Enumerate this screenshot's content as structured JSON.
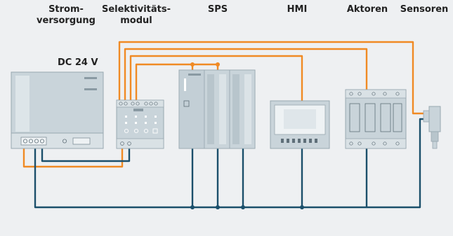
{
  "headers": {
    "power_supply": [
      "Strom-",
      "versorgung"
    ],
    "selectivity_module": [
      "Selektivitäts-",
      "modul"
    ],
    "plc": "SPS",
    "hmi": "HMI",
    "actuators": "Aktoren",
    "sensors": "Sensoren"
  },
  "voltage_label": "DC 24 V",
  "colors": {
    "orange_wire": "#f08a24",
    "blue_wire": "#1b4f6b",
    "device_fill": "#c9d4da",
    "device_stroke": "#98a7b0",
    "background": "#eef0f2"
  }
}
